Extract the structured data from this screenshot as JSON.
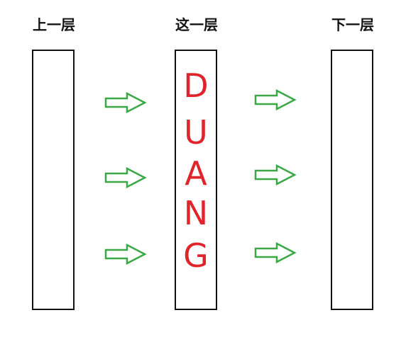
{
  "layers": {
    "upper": {
      "label": "上一层"
    },
    "current": {
      "label": "这一层",
      "letters": [
        "D",
        "U",
        "A",
        "N",
        "G"
      ]
    },
    "lower": {
      "label": "下一层"
    }
  },
  "colors": {
    "text": "#111111",
    "box_border": "#111111",
    "letters": "#e0242b",
    "arrow_stroke": "#3aa845",
    "background": "#ffffff"
  },
  "icons": {
    "arrow": "right-arrow-icon"
  }
}
